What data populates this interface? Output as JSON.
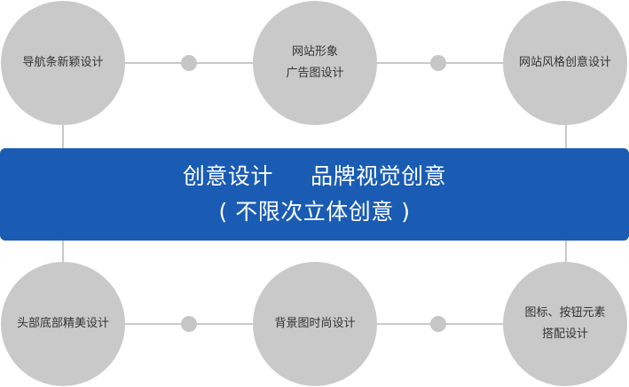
{
  "nodes": {
    "top_left": {
      "lines": [
        "导航条新颖设计"
      ]
    },
    "top_mid": {
      "lines": [
        "网站形象",
        "广告图设计"
      ]
    },
    "top_right": {
      "lines": [
        "网站风格创意设计"
      ]
    },
    "bottom_left": {
      "lines": [
        "头部底部精美设计"
      ]
    },
    "bottom_mid": {
      "lines": [
        "背景图时尚设计"
      ]
    },
    "bottom_right": {
      "lines": [
        "图标、按钮元素",
        "搭配设计"
      ]
    }
  },
  "banner": {
    "line1": "创意设计     品牌视觉创意",
    "line2": "( 不限次立体创意 )"
  },
  "colors": {
    "banner": "#1a5cb3",
    "node": "#c9c9c9",
    "connector": "#c9c9c9"
  }
}
